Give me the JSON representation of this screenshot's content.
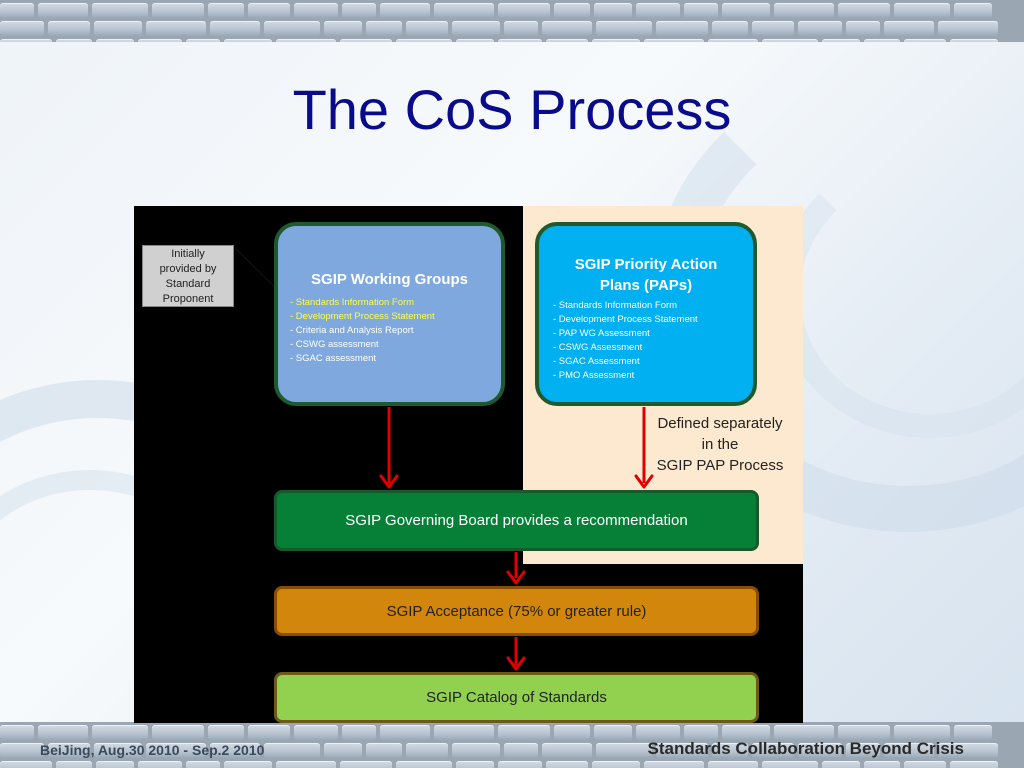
{
  "slide": {
    "title": "The CoS Process"
  },
  "diagram": {
    "initially_label": "Initially\nprovided by\nStandard\nProponent",
    "working_groups": {
      "title": "SGIP Working Groups",
      "items": [
        {
          "text": "-   Standards Information Form",
          "highlight": true
        },
        {
          "text": "-   Development Process Statement",
          "highlight": true
        },
        {
          "text": "-   Criteria and Analysis Report",
          "highlight": false
        },
        {
          "text": "-   CSWG assessment",
          "highlight": false
        },
        {
          "text": "-   SGAC assessment",
          "highlight": false
        }
      ]
    },
    "priority_action_plans": {
      "title": "SGIP Priority Action\nPlans (PAPs)",
      "items": [
        "-   Standards Information Form",
        "-   Development Process Statement",
        "-   PAP WG Assessment",
        "-   CSWG Assessment",
        "-   SGAC Assessment",
        "-   PMO Assessment"
      ]
    },
    "defined_note": "Defined separately\nin the\nSGIP PAP Process",
    "governing_board": "SGIP Governing Board provides a recommendation",
    "acceptance": "SGIP Acceptance (75% or greater rule)",
    "catalog": "SGIP Catalog of Standards",
    "colors": {
      "working_groups_fill": "#7ea8de",
      "pap_fill": "#00b0f0",
      "board_fill": "#078037",
      "acceptance_fill": "#d2860c",
      "catalog_fill": "#92d050",
      "arrow": "#e00000",
      "highlight_text": "#ffff3a"
    }
  },
  "footer": {
    "left": "BeiJing,   Aug.30 2010 - Sep.2  2010",
    "right": "Standards Collaboration Beyond Crisis"
  }
}
